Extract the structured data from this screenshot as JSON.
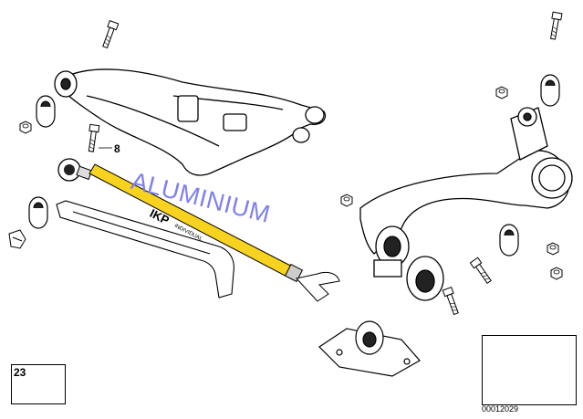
{
  "callouts": {
    "part_8": "8",
    "part_23": "23"
  },
  "overlay": {
    "label": "ALUMINIUM",
    "color": "#7f7ff0"
  },
  "rod_branding": {
    "logo": "IKP",
    "text": "INDIVIDUAL"
  },
  "reference": {
    "code": "00012029"
  },
  "colors": {
    "rod_yellow": "#f7d320",
    "line": "#000000"
  },
  "icons": [
    "bolt-icon",
    "nut-icon",
    "bushing-icon",
    "car-silhouette-icon"
  ]
}
